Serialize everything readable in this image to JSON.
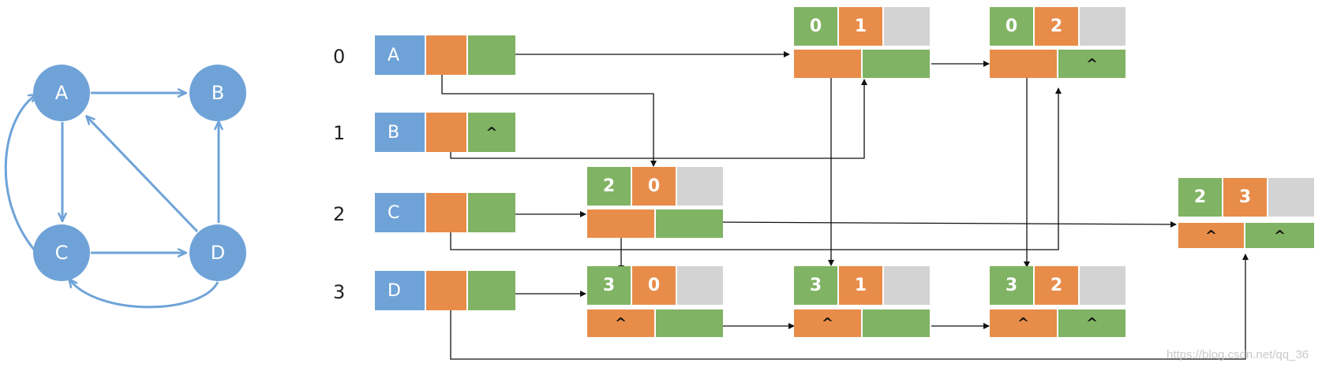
{
  "graph": {
    "nodes": [
      {
        "id": "A",
        "label": "A"
      },
      {
        "id": "B",
        "label": "B"
      },
      {
        "id": "C",
        "label": "C"
      },
      {
        "id": "D",
        "label": "D"
      }
    ]
  },
  "vertex_list": [
    {
      "index": "0",
      "label": "A"
    },
    {
      "index": "1",
      "label": "B",
      "null_mark": "^"
    },
    {
      "index": "2",
      "label": "C"
    },
    {
      "index": "3",
      "label": "D"
    }
  ],
  "edge_nodes": {
    "e01": {
      "tail": "0",
      "head": "1"
    },
    "e02": {
      "tail": "0",
      "head": "2",
      "null_right": "^"
    },
    "e20": {
      "tail": "2",
      "head": "0"
    },
    "e23": {
      "tail": "2",
      "head": "3",
      "null_left": "^",
      "null_right": "^"
    },
    "e30": {
      "tail": "3",
      "head": "0",
      "null_left": "^"
    },
    "e31": {
      "tail": "3",
      "head": "1",
      "null_left": "^"
    },
    "e32": {
      "tail": "3",
      "head": "2",
      "null_left": "^",
      "null_right": "^"
    }
  },
  "colors": {
    "vertex": "#6fa3d8",
    "pointer_in": "#e88c4a",
    "pointer_out": "#80b363",
    "unused": "#d3d3d3",
    "graph_edge": "#6fa3d8"
  },
  "watermark": "https://blog.csdn.net/qq_36"
}
